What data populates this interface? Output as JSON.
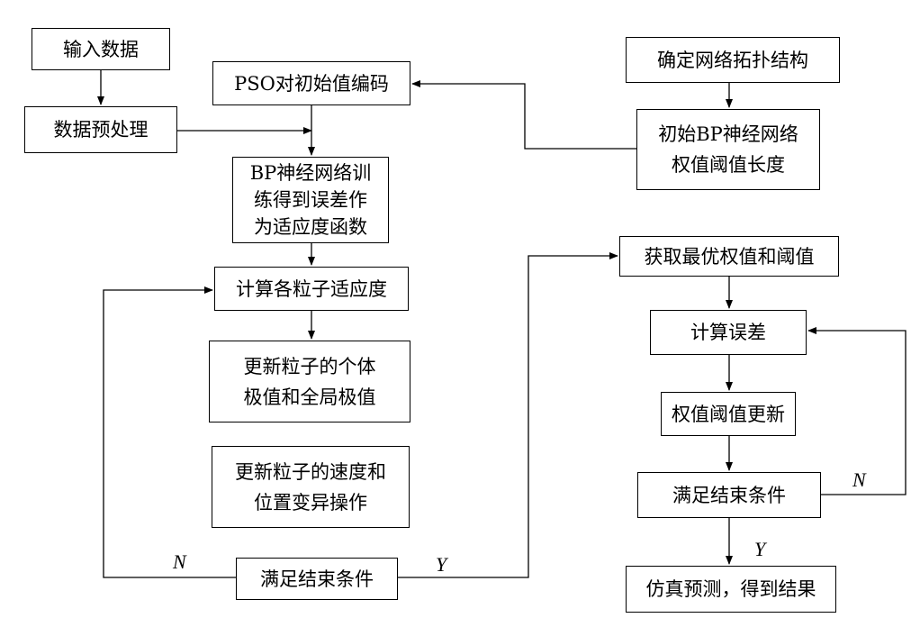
{
  "nodes": {
    "input_data": [
      "输入数据"
    ],
    "preprocess": [
      "数据预处理"
    ],
    "pso_encode": [
      "PSO对初始值编码"
    ],
    "bp_train": [
      "BP神经网络训",
      "练得到误差作",
      "为适应度函数"
    ],
    "calc_fitness": [
      "计算各粒子适应度"
    ],
    "update_extrema": [
      "更新粒子的个体",
      "极值和全局极值"
    ],
    "update_velocity": [
      "更新粒子的速度和",
      "位置变异操作"
    ],
    "end_cond_left": [
      "满足结束条件"
    ],
    "topology": [
      "确定网络拓扑结构"
    ],
    "init_bp": [
      "初始BP神经网络",
      "权值阈值长度"
    ],
    "get_optimal": [
      "获取最优权值和阈值"
    ],
    "calc_error": [
      "计算误差"
    ],
    "update_weights": [
      "权值阈值更新"
    ],
    "end_cond_right": [
      "满足结束条件"
    ],
    "simulate": [
      "仿真预测，得到结果"
    ]
  },
  "edge_labels": {
    "left_no": "N",
    "left_yes": "Y",
    "right_no": "N",
    "right_yes": "Y"
  }
}
